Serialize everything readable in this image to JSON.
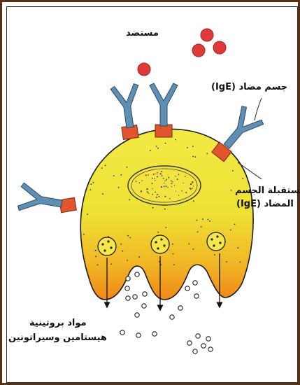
{
  "labels": {
    "antigen": "مستضد",
    "antibody": "جسم مضاد (IgE)",
    "receptor_line1": "مستقبلة الجسم",
    "receptor_line2": "المضاد (IgE)",
    "substances_line1": "مواد بروتينية",
    "substances_line2": "هيستامين وسيراتونين"
  },
  "colors": {
    "frame": "#5a2e10",
    "cell_fill": "#f2e63a",
    "cell_base": "#f08a18",
    "cell_outline": "#1a1a1a",
    "antibody": "#5f8fb2",
    "receptor": "#e2542c",
    "antigen": "#de3a3a",
    "nucleus_stroke": "#444444"
  }
}
